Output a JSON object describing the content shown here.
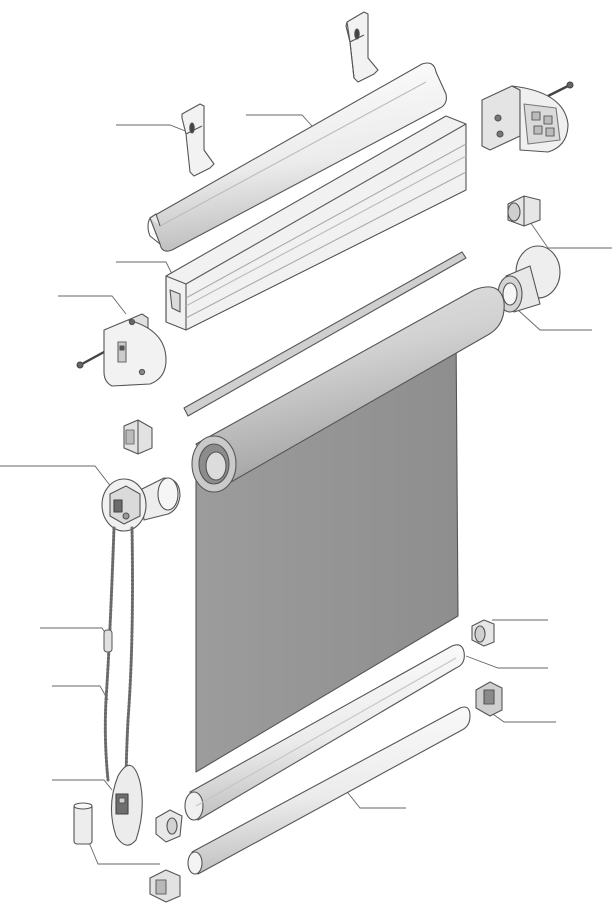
{
  "diagram": {
    "style": "exploded-view illustration",
    "palette": {
      "line": "#555555",
      "light_part": "#f4f4f4",
      "mid_part": "#d8d8d8",
      "shade": "#bdbdbd",
      "fabric": "#9a9a9a",
      "fabric_edge": "#6f6f6f",
      "leader": "#666666"
    },
    "parts": [
      "top-clip-right",
      "top-clip-left",
      "cover-profile",
      "headrail-profile",
      "right-bracket",
      "right-bracket-screw",
      "right-end-plug",
      "right-idler-end",
      "left-bracket",
      "left-bracket-screw",
      "left-end-plug",
      "chain-control-unit",
      "ball-chain",
      "chain-connector",
      "chain-weight",
      "weight-cap",
      "tension-strip",
      "roller-tube",
      "fabric-panel",
      "bottom-bar",
      "bottom-rod",
      "bottom-end-cap-right-upper",
      "bottom-end-cap-right-lower",
      "bottom-end-cap-left-upper",
      "bottom-end-cap-left-lower"
    ],
    "leader_line_count": 16,
    "labels": []
  }
}
